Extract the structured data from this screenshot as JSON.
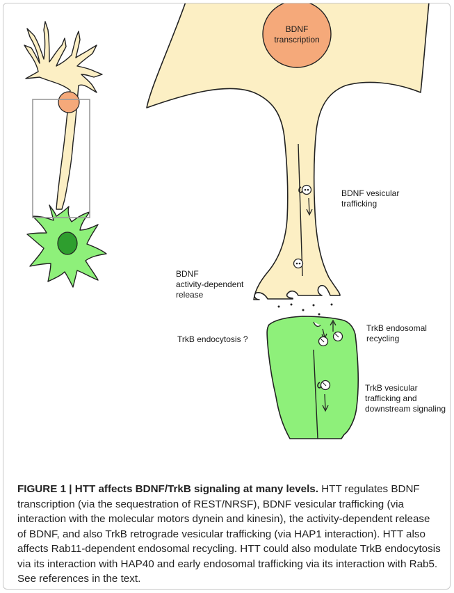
{
  "labels": {
    "bdnf_transcription": "BDNF\ntranscription",
    "bdnf_vesicular": "BDNF vesicular\ntrafficking",
    "bdnf_release": "BDNF\nactivity-dependent\nrelease",
    "trkb_endocytosis": "TrkB endocytosis ?",
    "trkb_recycling": "TrkB endosomal\nrecycling",
    "trkb_vesicular": "TrkB vesicular\ntrafficking and\ndownstream signaling"
  },
  "caption": {
    "heading": "FIGURE 1 | HTT affects BDNF/TrkB signaling at many levels.",
    "body": " HTT regulates BDNF transcription (via the sequestration of REST/NRSF), BDNF vesicular trafficking (via interaction with the molecular motors dynein and kinesin), the activity-dependent release of BDNF, and also TrkB retrograde vesicular trafficking (via HAP1 interaction). HTT also affects Rab11-dependent endosomal recycling. HTT could also modulate TrkB endocytosis via its interaction with HAP40 and early endosomal trafficking via its interaction with Rab5. See references in the text."
  },
  "colors": {
    "presynaptic": "#fcefc4",
    "postsynaptic": "#8ef07a",
    "nucleus_pre": "#f5a97a",
    "nucleus_post": "#2e9e2e",
    "frame_border": "#c8c8c8"
  }
}
